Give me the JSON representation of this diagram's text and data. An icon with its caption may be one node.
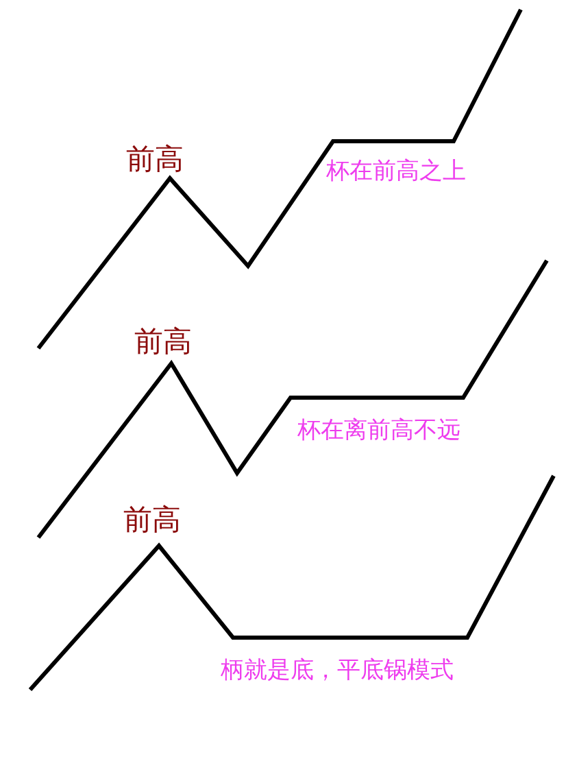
{
  "diagram": {
    "labels": [
      "前高",
      "杯在前高之上",
      "前高",
      "杯在离前高不远",
      "前高",
      "柄就是底，平底锅模式"
    ]
  }
}
